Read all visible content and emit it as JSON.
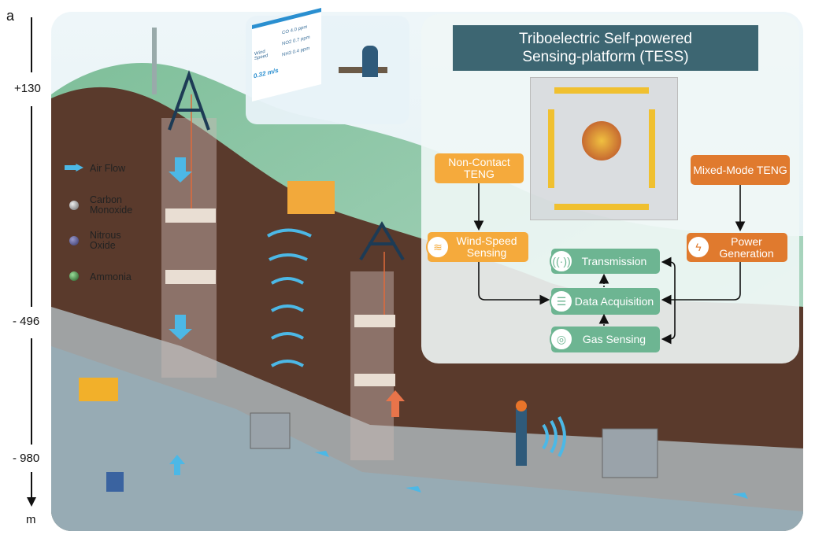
{
  "panel_label": "a",
  "depth_axis": {
    "ticks": [
      "+130",
      "- 496",
      "- 980"
    ],
    "unit": "m"
  },
  "legend": [
    {
      "label": "Air Flow",
      "icon": "air-flow-arrow-icon"
    },
    {
      "label": "Carbon Monoxide",
      "icon": "co-molecule-icon"
    },
    {
      "label": "Nitrous Oxide",
      "icon": "no2-molecule-icon"
    },
    {
      "label": "Ammonia",
      "icon": "nh3-molecule-icon"
    }
  ],
  "monitor": {
    "wind_label": "Wind Speed",
    "wind_value": "0.32 m/s",
    "gases": [
      "CO 4.0 ppm",
      "NO2 0.7 ppm",
      "NH3 0.4 ppm"
    ]
  },
  "tess": {
    "title_line1": "Triboelectric Self-powered",
    "title_line2": "Sensing-platform (TESS)",
    "non_contact": "Non-Contact TENG",
    "mixed_mode": "Mixed-Mode TENG",
    "wind_speed": "Wind-Speed Sensing",
    "power": "Power Generation",
    "transmission": "Transmission",
    "data_acq": "Data Acquisition",
    "gas_sensing": "Gas Sensing"
  },
  "colors": {
    "orange": "#f5aa3c",
    "dark_orange": "#e07a2e",
    "green": "#6db592",
    "title": "#3d6672",
    "earth": "#5a3a2c",
    "hill": "#8cc5a6",
    "air": "#4cb8e6"
  }
}
